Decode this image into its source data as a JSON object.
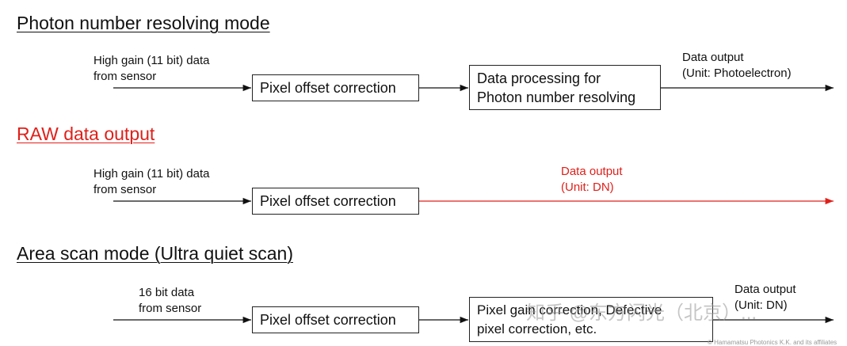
{
  "colors": {
    "black": "#111111",
    "red": "#e0201a"
  },
  "sections": [
    {
      "heading": "Photon number resolving mode",
      "source_line1": "High gain (11 bit) data",
      "source_line2": "from sensor",
      "box1": "Pixel offset correction",
      "box2_line1": "Data processing for",
      "box2_line2": "Photon number resolving",
      "output_line1": "Data output",
      "output_line2": "(Unit: Photoelectron)"
    },
    {
      "heading": "RAW data output",
      "source_line1": "High gain (11 bit) data",
      "source_line2": "from sensor",
      "box1": "Pixel offset correction",
      "output_line1": "Data output",
      "output_line2": "(Unit: DN)"
    },
    {
      "heading": "Area scan mode (Ultra quiet scan)",
      "source_line1": "16 bit data",
      "source_line2": "from sensor",
      "box1": "Pixel offset correction",
      "box2_line1": "Pixel gain correction, Defective",
      "box2_line2": "pixel correction, etc.",
      "output_line1": "Data output",
      "output_line2": "(Unit: DN)"
    }
  ],
  "watermark": "知乎 @东方闪光（北京）...",
  "footer": "© Hamamatsu Photonics K.K. and its affiliates"
}
